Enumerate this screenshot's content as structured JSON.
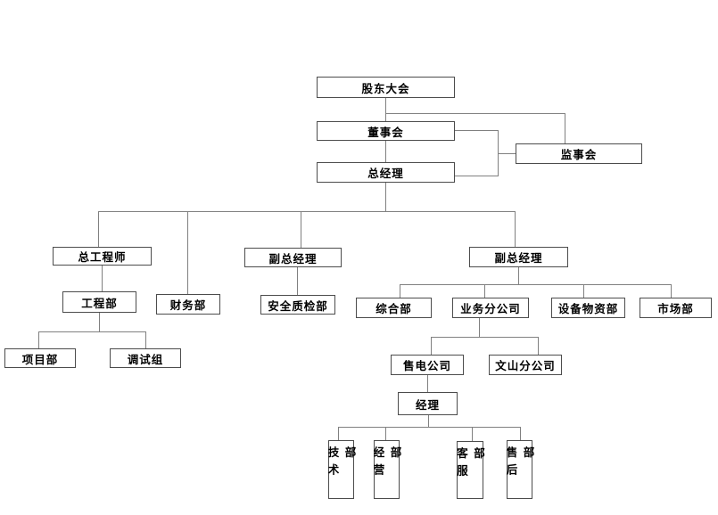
{
  "diagram": {
    "type": "org-chart",
    "nodes": {
      "shareholders_meeting": {
        "label": "股东大会"
      },
      "board_of_directors": {
        "label": "董事会"
      },
      "supervisory_board": {
        "label": "监事会"
      },
      "general_manager": {
        "label": "总经理"
      },
      "chief_engineer": {
        "label": "总工程师"
      },
      "engineering_dept": {
        "label": "工程部"
      },
      "project_dept": {
        "label": "项目部"
      },
      "commissioning_team": {
        "label": "调试组"
      },
      "finance_dept": {
        "label": "财务部"
      },
      "deputy_gm_left": {
        "label": "副总经理"
      },
      "safety_qc_dept": {
        "label": "安全质检部"
      },
      "deputy_gm_right": {
        "label": "副总经理"
      },
      "general_affairs_dept": {
        "label": "综合部"
      },
      "business_branch": {
        "label": "业务分公司"
      },
      "equipment_materials_dept": {
        "label": "设备物资部"
      },
      "marketing_dept": {
        "label": "市场部"
      },
      "power_sales_company": {
        "label": "售电公司"
      },
      "wenshan_branch": {
        "label": "文山分公司"
      },
      "manager": {
        "label": "经理"
      },
      "technology_dept": {
        "label": "技术部"
      },
      "operations_dept": {
        "label": "经营部"
      },
      "customer_service_dept": {
        "label": "客服部"
      },
      "after_sales_dept": {
        "label": "售后部"
      }
    },
    "edges": [
      [
        "shareholders_meeting",
        "board_of_directors"
      ],
      [
        "shareholders_meeting",
        "supervisory_board"
      ],
      [
        "board_of_directors",
        "general_manager"
      ],
      [
        "general_manager",
        "chief_engineer"
      ],
      [
        "general_manager",
        "finance_dept"
      ],
      [
        "general_manager",
        "deputy_gm_left"
      ],
      [
        "general_manager",
        "deputy_gm_right"
      ],
      [
        "chief_engineer",
        "engineering_dept"
      ],
      [
        "engineering_dept",
        "project_dept"
      ],
      [
        "engineering_dept",
        "commissioning_team"
      ],
      [
        "deputy_gm_left",
        "safety_qc_dept"
      ],
      [
        "deputy_gm_right",
        "general_affairs_dept"
      ],
      [
        "deputy_gm_right",
        "business_branch"
      ],
      [
        "deputy_gm_right",
        "equipment_materials_dept"
      ],
      [
        "deputy_gm_right",
        "marketing_dept"
      ],
      [
        "business_branch",
        "power_sales_company"
      ],
      [
        "business_branch",
        "wenshan_branch"
      ],
      [
        "power_sales_company",
        "manager"
      ],
      [
        "manager",
        "technology_dept"
      ],
      [
        "manager",
        "operations_dept"
      ],
      [
        "manager",
        "customer_service_dept"
      ],
      [
        "manager",
        "after_sales_dept"
      ]
    ],
    "colors": {
      "background": "#ffffff",
      "box_fill": "#ffffff",
      "box_border": "#4c4c4c",
      "connector": "#808080",
      "text": "#000000"
    }
  }
}
